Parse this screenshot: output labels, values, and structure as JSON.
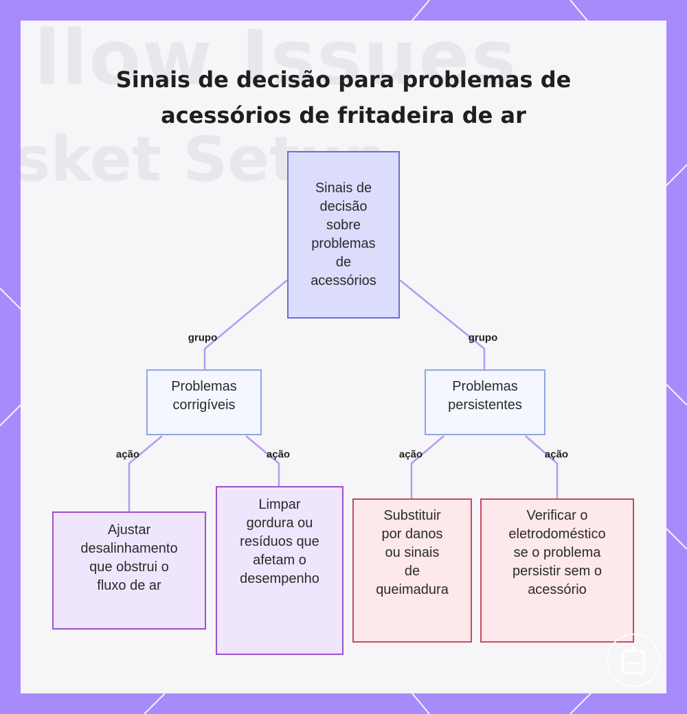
{
  "colors": {
    "frame": "#a78bfa",
    "panel": "#f6f5f7",
    "edge": "#b39af0",
    "root_fill": "#dcdcfd",
    "root_border": "#6a6fcf",
    "group_fill": "#f4f7ff",
    "group_border": "#8fa6e6",
    "action_purple_fill": "#efe6fd",
    "action_purple_border": "#9a52c9",
    "action_red_fill": "#fde9ec",
    "action_red_border": "#c9485b"
  },
  "watermark": {
    "line1": "llow Issues",
    "line2": "sket Setup"
  },
  "title": {
    "line1": "Sinais de decisão para problemas de",
    "line2": "acessórios de fritadeira de ar"
  },
  "nodes": {
    "root": "Sinais de\ndecisão\nsobre\nproblemas\nde\nacessórios",
    "fixable": "Problemas\ncorrigíveis",
    "persistent": "Problemas\npersistentes",
    "adjust": "Ajustar\ndesalinhamento\nque obstrui o\nfluxo de ar",
    "clean": "Limpar\ngordura ou\nresíduos que\nafetam o\ndesempenho",
    "replace": "Substituir\npor danos\nou sinais\nde\nqueimadura",
    "verify": "Verificar o\neletrodoméstico\nse o problema\npersistir sem o\nacessório"
  },
  "edge_labels": {
    "group_left": "grupo",
    "group_right": "grupo",
    "action_1": "ação",
    "action_2": "ação",
    "action_3": "ação",
    "action_4": "ação"
  },
  "icons": {
    "logo": "basket-logo-icon"
  }
}
